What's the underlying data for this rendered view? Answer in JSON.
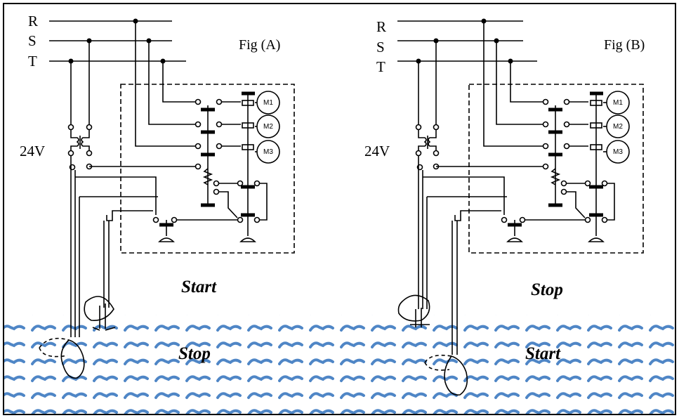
{
  "colors": {
    "water": "#4f86c6",
    "line": "#000000",
    "background": "#ffffff"
  },
  "figures": [
    {
      "title": "Fig (A)",
      "phases": [
        "R",
        "S",
        "T"
      ],
      "voltage": "24V",
      "motors": [
        "M1",
        "M2",
        "M3"
      ],
      "upper_label": "Start",
      "lower_label": "Stop"
    },
    {
      "title": "Fig (B)",
      "phases": [
        "R",
        "S",
        "T"
      ],
      "voltage": "24V",
      "motors": [
        "M1",
        "M2",
        "M3"
      ],
      "upper_label": "Stop",
      "lower_label": "Start"
    }
  ]
}
